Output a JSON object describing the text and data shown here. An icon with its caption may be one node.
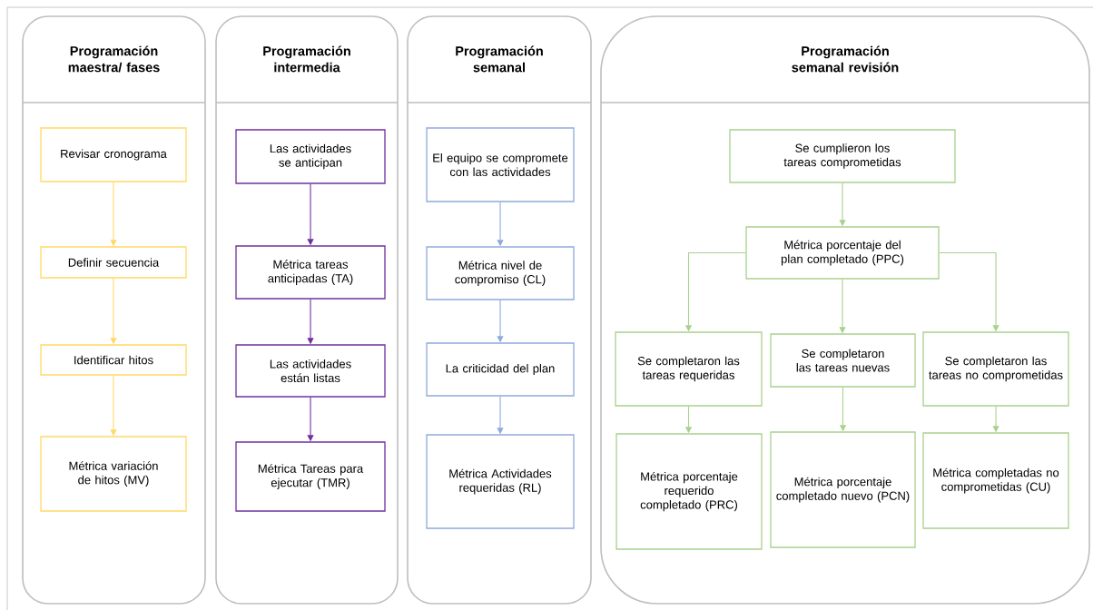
{
  "diagram": {
    "nodes": [
      {
        "text": [
          "Programación maestra/ fases"
        ]
      },
      {
        "text": [
          "Revisar cronograma"
        ],
        "in": 0
      },
      {
        "text": [
          "Definir secuencia"
        ],
        "in": 0
      },
      {
        "text": [
          "Identificar hitos"
        ],
        "in": 0
      },
      {
        "text": [
          "Métrica variación de hitos (MV)"
        ],
        "in": 0
      },
      {
        "text": [
          "Programación intermedia"
        ]
      },
      {
        "text": [
          "Las actividades se anticipan"
        ],
        "in": 5
      },
      {
        "text": [
          "Métrica tareas anticipadas (TA)"
        ],
        "in": 5
      },
      {
        "text": [
          "Las actividades están listas"
        ],
        "in": 5
      },
      {
        "text": [
          "Métrica Tareas para ejecutar (TMR)"
        ],
        "in": 5
      },
      {
        "text": [
          "Programación semanal"
        ]
      },
      {
        "text": [
          "El equipo se compromete con las actividades"
        ],
        "in": 10
      },
      {
        "text": [
          "Métrica nivel de compromiso (CL)"
        ],
        "in": 10
      },
      {
        "text": [
          "La criticidad del plan"
        ],
        "in": 10
      },
      {
        "text": [
          "Métrica Actividades requeridas (RL)"
        ],
        "in": 10
      },
      {
        "text": [
          "Programación semanal revisión"
        ]
      },
      {
        "text": [
          "Se cumplieron los tareas comprometidas"
        ],
        "in": 15
      },
      {
        "text": [
          "Métrica porcentaje del plan completado (PPC)"
        ],
        "in": 15
      },
      {
        "text": [
          "Se completaron las tareas requeridas"
        ],
        "in": 15
      },
      {
        "text": [
          "Se completaron las tareas nuevas"
        ],
        "in": 15
      },
      {
        "text": [
          "Se completaron las tareas no comprometidas"
        ],
        "in": 15
      },
      {
        "text": [
          "Métrica porcentaje requerido completado (PRC)"
        ],
        "in": 15
      },
      {
        "text": [
          "Métrica porcentaje completado nuevo (PCN)"
        ],
        "in": 15
      },
      {
        "text": [
          "Métrica completadas no comprometidas (CU)"
        ],
        "in": 15
      }
    ],
    "edges": [
      {
        "from": 1,
        "to": 2,
        "arrow": "to",
        "color": "#ffd966"
      },
      {
        "from": 2,
        "to": 3,
        "arrow": "to",
        "color": "#ffd966"
      },
      {
        "from": 3,
        "to": 4,
        "arrow": "to",
        "color": "#ffd966"
      },
      {
        "from": 6,
        "to": 7,
        "arrow": "to",
        "color": "#7030a0"
      },
      {
        "from": 7,
        "to": 8,
        "arrow": "to",
        "color": "#7030a0"
      },
      {
        "from": 8,
        "to": 9,
        "arrow": "to",
        "color": "#7030a0"
      },
      {
        "from": 11,
        "to": 12,
        "arrow": "to",
        "color": "#8eaadb"
      },
      {
        "from": 12,
        "to": 13,
        "arrow": "to",
        "color": "#8eaadb"
      },
      {
        "from": 13,
        "to": 14,
        "arrow": "to",
        "color": "#8eaadb"
      },
      {
        "from": 16,
        "to": 17,
        "arrow": "to",
        "color": "#a9d18e"
      },
      {
        "from": 17,
        "to": 18,
        "arrow": "to",
        "color": "#a9d18e"
      },
      {
        "from": 17,
        "to": 19,
        "arrow": "to",
        "color": "#a9d18e"
      },
      {
        "from": 17,
        "to": 20,
        "arrow": "to",
        "color": "#a9d18e"
      },
      {
        "from": 18,
        "to": 21,
        "arrow": "to",
        "color": "#a9d18e"
      },
      {
        "from": 19,
        "to": 22,
        "arrow": "to",
        "color": "#a9d18e"
      },
      {
        "from": 20,
        "to": 23,
        "arrow": "to",
        "color": "#a9d18e"
      }
    ]
  }
}
